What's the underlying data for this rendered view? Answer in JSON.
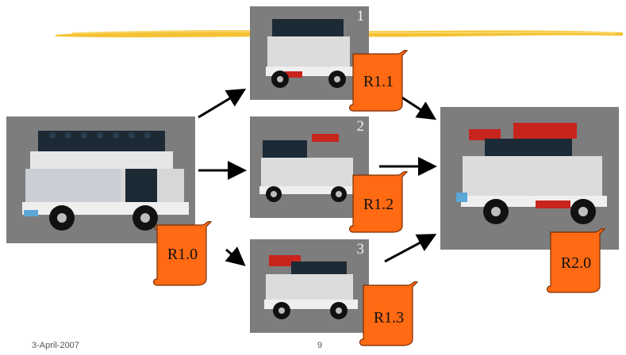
{
  "version_panels": [
    {
      "key": "base",
      "number": ""
    },
    {
      "key": "v1",
      "number": "1"
    },
    {
      "key": "v2",
      "number": "2"
    },
    {
      "key": "v3",
      "number": "3"
    },
    {
      "key": "merged",
      "number": ""
    }
  ],
  "release_labels": {
    "r10": "R1.0",
    "r11": "R1.1",
    "r12": "R1.2",
    "r13": "R1.3",
    "r20": "R2.0"
  },
  "footer": {
    "date": "3-April-2007",
    "page": "9"
  },
  "colors": {
    "panel_bg": "#7d7d7d",
    "scroll_fill": "#ff6a13",
    "scroll_stroke": "#7a2f05",
    "brush_stroke": "#f4c233",
    "lego_dark": "#1c2a36",
    "lego_red": "#c8241e",
    "lego_white": "#e6e6e6"
  }
}
